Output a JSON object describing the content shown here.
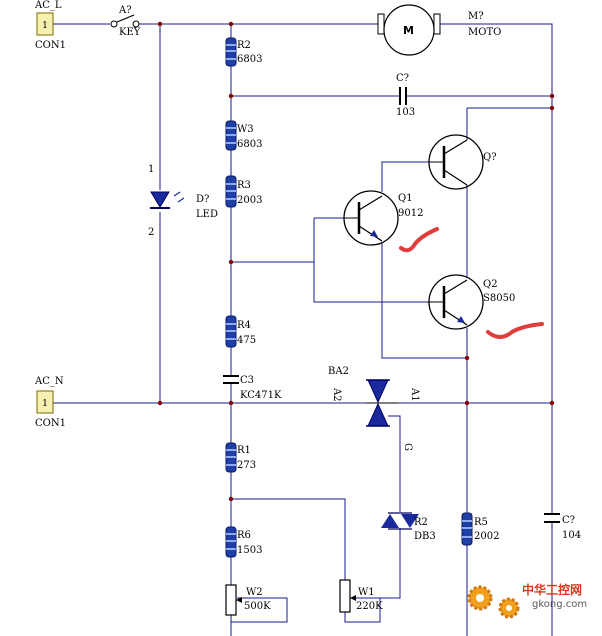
{
  "connectors": {
    "acl": {
      "name": "AC_L",
      "pin": "1",
      "type": "CON1"
    },
    "acn": {
      "name": "AC_N",
      "pin": "1",
      "type": "CON1"
    }
  },
  "switch": {
    "ref": "A?",
    "value": "KEY"
  },
  "motor": {
    "ref": "M?",
    "value": "MOTO",
    "symbol": "M"
  },
  "led": {
    "ref": "D?",
    "value": "LED",
    "pin1": "1",
    "pin2": "2"
  },
  "resistors": {
    "r2": {
      "ref": "R2",
      "value": "6803"
    },
    "w3": {
      "ref": "W3",
      "value": "6803"
    },
    "r3": {
      "ref": "R3",
      "value": "2003"
    },
    "r4": {
      "ref": "R4",
      "value": "475"
    },
    "r1": {
      "ref": "R1",
      "value": "273"
    },
    "r6": {
      "ref": "R6",
      "value": "1503"
    },
    "r5": {
      "ref": "R5",
      "value": "2002"
    }
  },
  "pots": {
    "w2": {
      "ref": "W2",
      "value": "500K"
    },
    "w1": {
      "ref": "W1",
      "value": "220K"
    }
  },
  "capacitors": {
    "c_top": {
      "ref": "C?",
      "value": "103"
    },
    "c3": {
      "ref": "C3",
      "value": "KC471K"
    },
    "c_right": {
      "ref": "C?",
      "value": "104"
    }
  },
  "transistors": {
    "q_top": {
      "ref": "Q?"
    },
    "q1": {
      "ref": "Q1",
      "value": "9012"
    },
    "q2": {
      "ref": "Q2",
      "value": "S8050"
    }
  },
  "triac": {
    "ref": "BA2",
    "a2": "A2",
    "a1": "A1",
    "gate": "G"
  },
  "diac": {
    "ref": "R2",
    "value": "DB3"
  },
  "watermark": {
    "text": "中华工控网",
    "url": "gkong.com"
  },
  "colors": {
    "wire": "#1a1a8c",
    "junction": "#8b0000",
    "resistor": "#1f3fa8",
    "connector_fill": "#f7f0b0",
    "annotation": "#e03c3c"
  }
}
